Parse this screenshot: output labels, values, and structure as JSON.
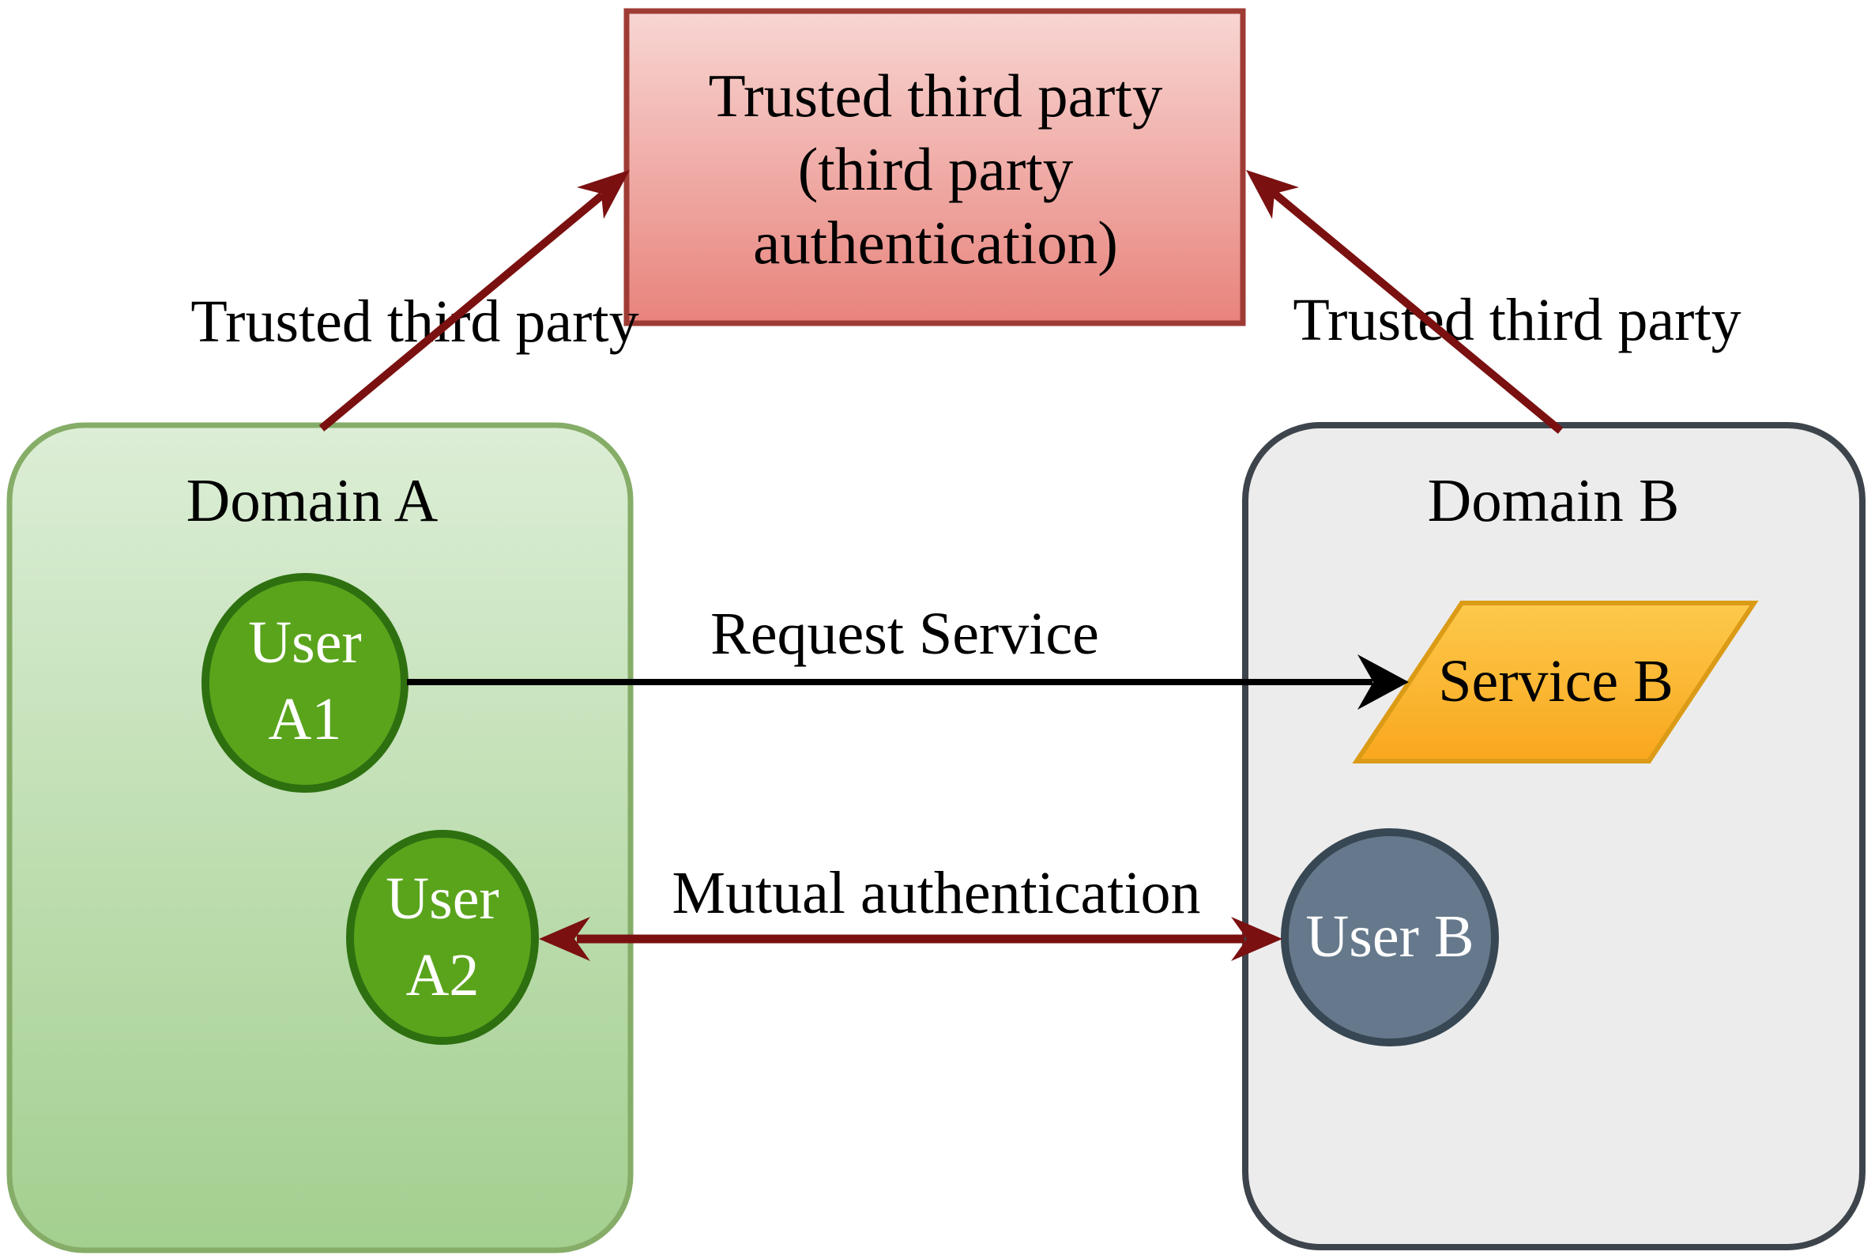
{
  "title_box": {
    "line1": "Trusted third party",
    "line2": "(third party",
    "line3": "authentication)"
  },
  "domain_a": {
    "label": "Domain A",
    "user_a1_line1": "User",
    "user_a1_line2": "A1",
    "user_a2_line1": "User",
    "user_a2_line2": "A2"
  },
  "domain_b": {
    "label": "Domain B",
    "service_label": "Service B",
    "user_b_label": "User B"
  },
  "arrows": {
    "left_trust_label": "Trusted third party",
    "right_trust_label": "Trusted third party",
    "request_label": "Request Service",
    "mutual_label": "Mutual authentication"
  },
  "colors": {
    "red_box_top": "#f8d6d3",
    "red_box_bottom": "#e8837c",
    "red_box_border": "#9e3b35",
    "domain_a_top": "#dceed6",
    "domain_a_bottom": "#a3cf8f",
    "domain_a_border": "#85ad68",
    "domain_b_fill": "#ececec",
    "domain_b_border": "#3d444b",
    "user_green_fill": "#5aa41c",
    "user_green_border": "#2e7010",
    "user_b_fill": "#66798c",
    "user_b_border": "#374753",
    "service_top": "#fdc94b",
    "service_bottom": "#f9a71e",
    "service_border": "#db9b16",
    "arrow_red": "#7a1010",
    "arrow_black": "#000000"
  }
}
